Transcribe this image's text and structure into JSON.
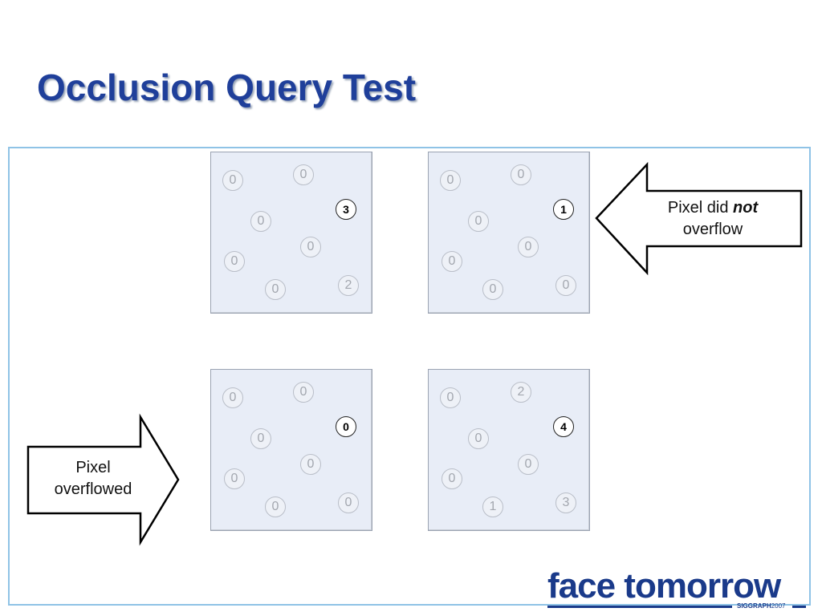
{
  "slide": {
    "title": "Occlusion Query Test"
  },
  "panels": [
    {
      "counters": [
        "0",
        "0",
        "3",
        "0",
        "0",
        "0",
        "0",
        "2"
      ],
      "highlight": 2
    },
    {
      "counters": [
        "0",
        "0",
        "1",
        "0",
        "0",
        "0",
        "0",
        "0"
      ],
      "highlight": 2
    },
    {
      "counters": [
        "0",
        "0",
        "0",
        "0",
        "0",
        "0",
        "0",
        "0"
      ],
      "highlight": 2
    },
    {
      "counters": [
        "0",
        "2",
        "4",
        "0",
        "0",
        "0",
        "1",
        "3"
      ],
      "highlight": 2
    }
  ],
  "callouts": {
    "not_overflow": {
      "line1_prefix": "Pixel did ",
      "line1_emph": "not",
      "line2": "overflow"
    },
    "overflowed": {
      "line1": "Pixel",
      "line2": "overflowed"
    }
  },
  "logo": {
    "main": "face tomorrow",
    "sub_bold": "SIGGRAPH",
    "sub_year": "2007"
  },
  "colors": {
    "title": "#1f3f9a",
    "frame_border": "#8fc3e6",
    "panel_fill": "#e8edf7",
    "logo": "#1a3a8a"
  }
}
